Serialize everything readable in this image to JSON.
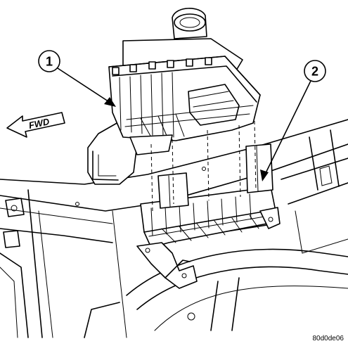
{
  "diagram": {
    "callouts": [
      {
        "number": "1"
      },
      {
        "number": "2"
      }
    ],
    "direction_label": "FWD",
    "figure_code": "80d0de06"
  }
}
